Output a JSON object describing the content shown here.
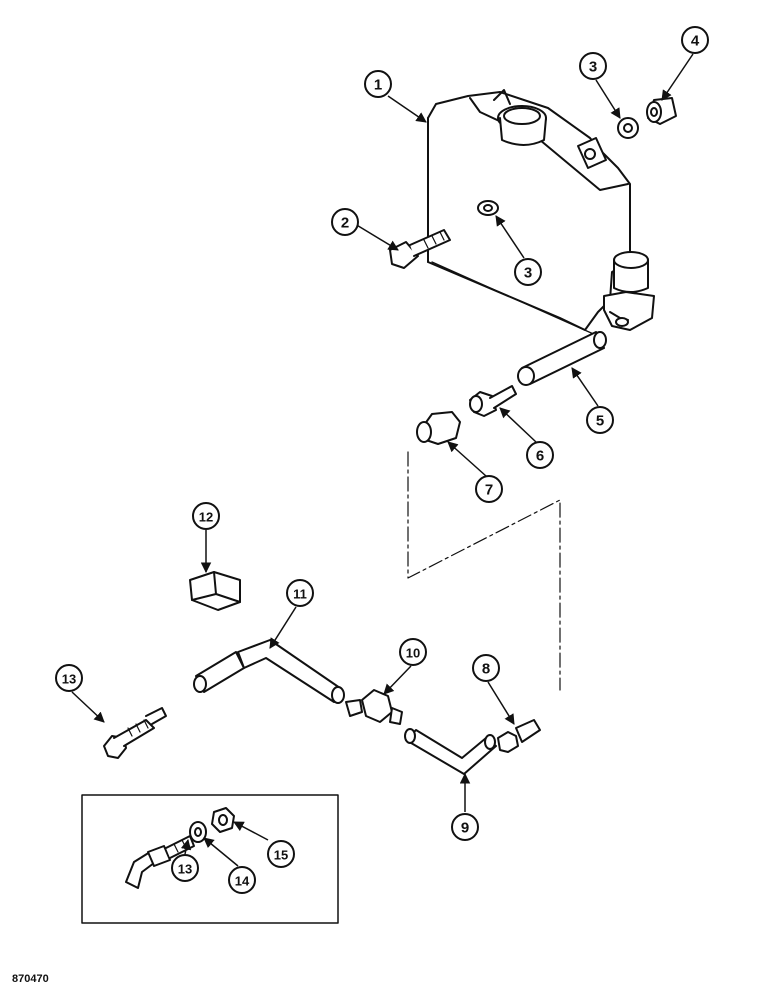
{
  "diagram": {
    "reference_code": "870470",
    "callouts": [
      "1",
      "2",
      "3",
      "3",
      "4",
      "5",
      "6",
      "7",
      "8",
      "9",
      "10",
      "11",
      "12",
      "13",
      "13",
      "14",
      "15"
    ]
  }
}
